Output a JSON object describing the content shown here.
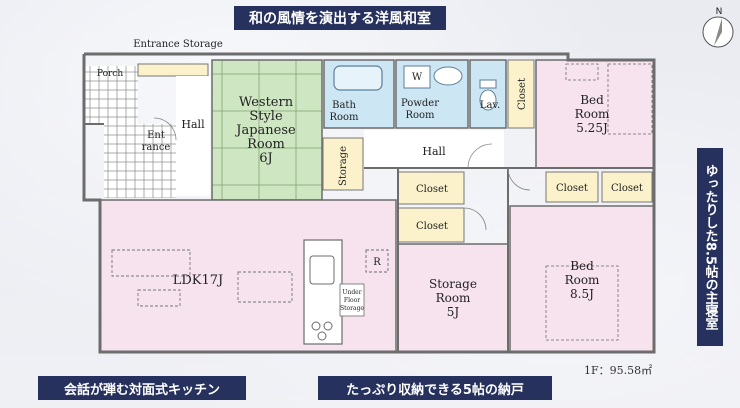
{
  "banners": {
    "top": "和の風情を演出する洋風和室",
    "bottom_left": "会話が弾む対面式キッチン",
    "bottom_mid": "たっぷり収納できる5帖の納戸",
    "right": "ゆったりした8.5帖の主寝室"
  },
  "compass": {
    "label": "N"
  },
  "area": "1F：95.58㎡",
  "rooms": {
    "entrance_storage": "Entrance Storage",
    "porch": "Porch",
    "entrance": [
      "Ent",
      "rance"
    ],
    "hall_left": "Hall",
    "japanese": [
      "Western",
      "Style",
      "Japanese",
      "Room",
      "6J"
    ],
    "bath": [
      "Bath",
      "Room"
    ],
    "powder": [
      "Powder",
      "Room"
    ],
    "washer": "W",
    "lav": "Lav.",
    "closet_vertical": "Closet",
    "bed_upper": [
      "Bed",
      "Room",
      "5.25J"
    ],
    "storage_vertical": "Storage",
    "hall_center": "Hall",
    "closet_mid_1": "Closet",
    "closet_mid_2": "Closet",
    "closet_right_1": "Closet",
    "closet_right_2": "Closet",
    "ldk": "LDK17J",
    "fridge": "R",
    "underfloor": [
      "Under",
      "Floor",
      "Storage"
    ],
    "storage_room": [
      "Storage",
      "Room",
      "5J"
    ],
    "bed_lower": [
      "Bed",
      "Room",
      "8.5J"
    ]
  },
  "colors": {
    "banner": "#26315e",
    "pink_room": "#f6e3ee",
    "green_room": "#cfe6c3",
    "blue_room": "#cde6f4",
    "yellow_room": "#fbf2cc",
    "wall": "#6c6c6c"
  }
}
